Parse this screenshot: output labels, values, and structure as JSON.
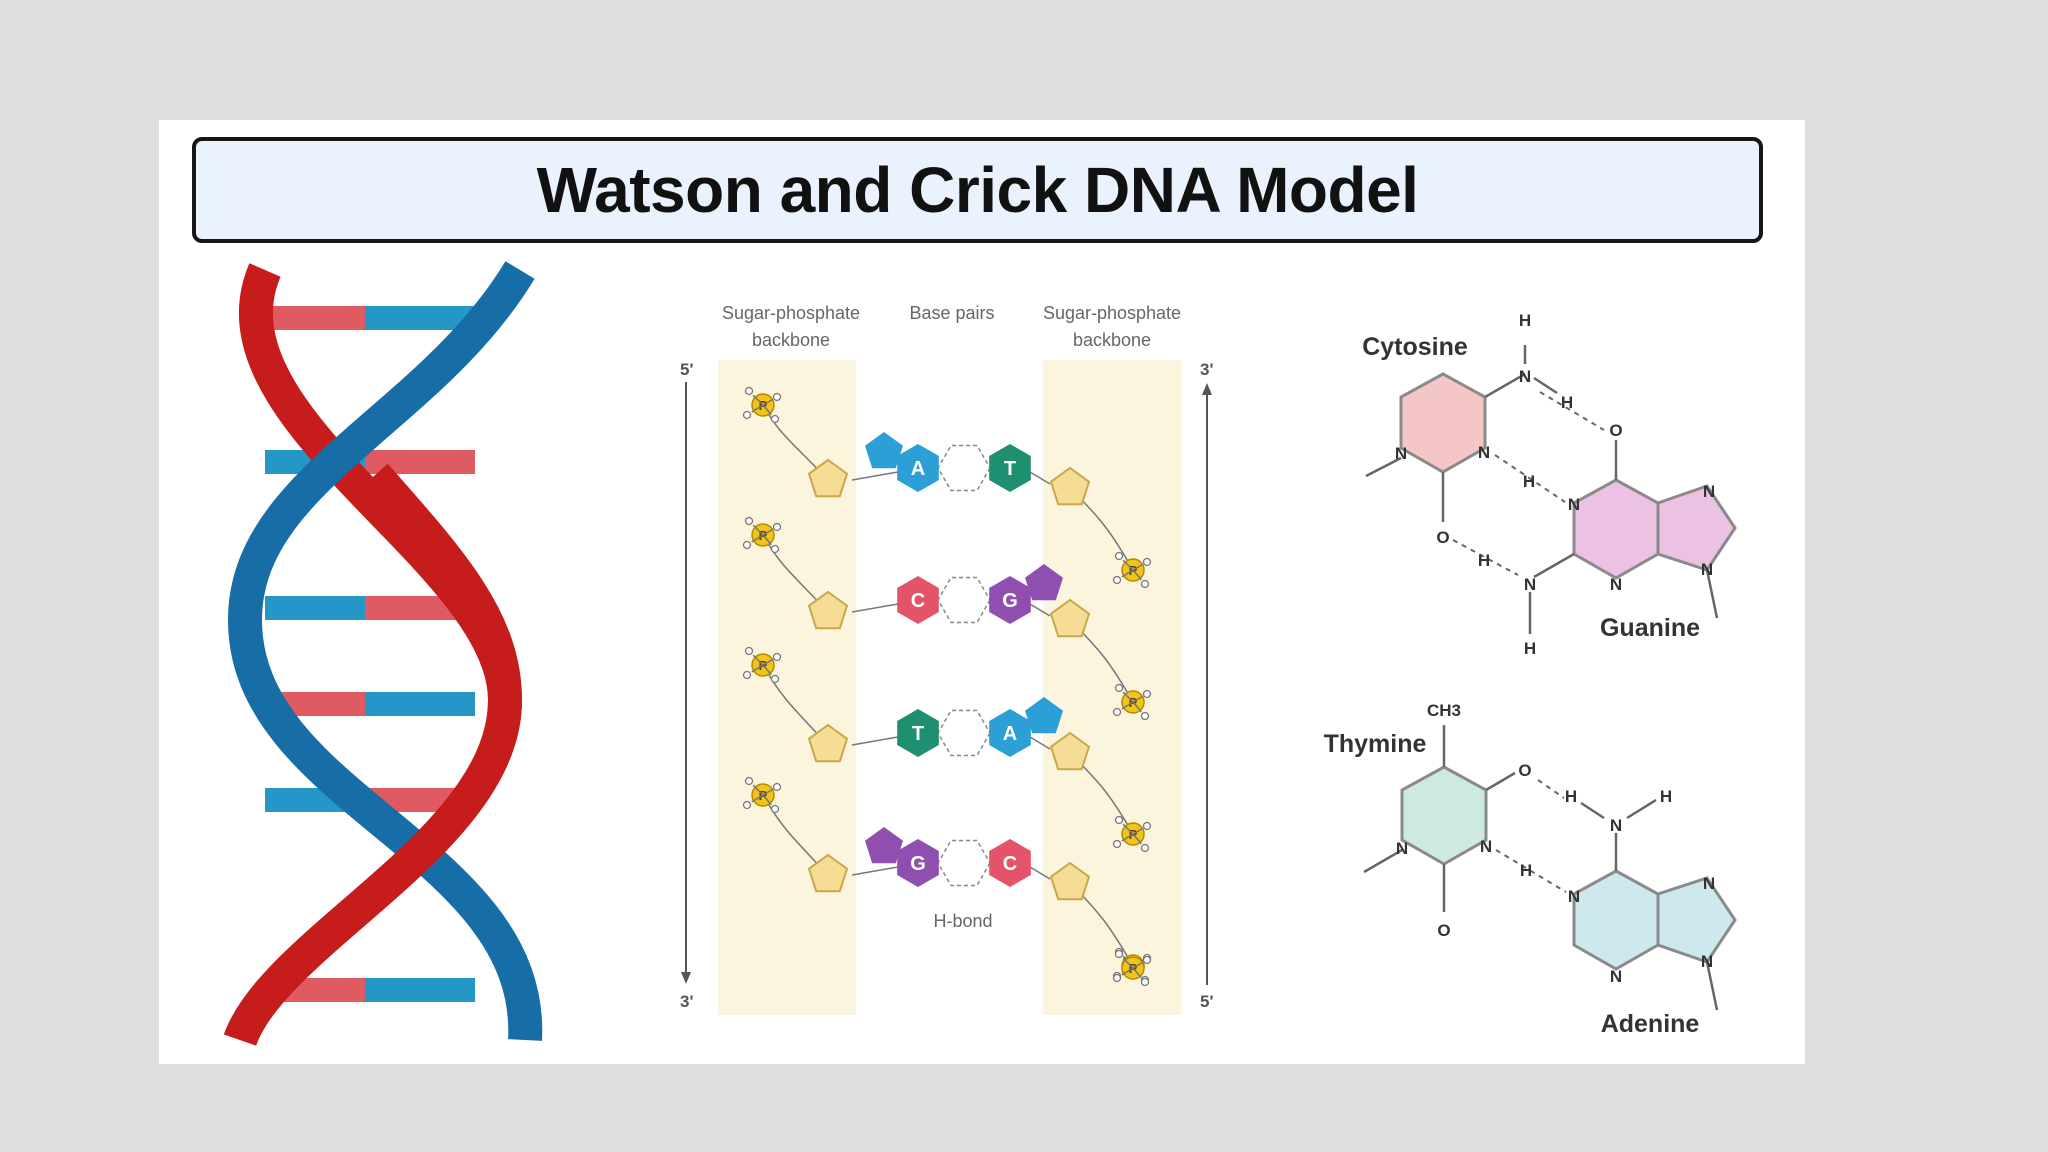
{
  "title": "Watson and Crick DNA Model",
  "labels": {
    "backbone_left_1": "Sugar-phosphate",
    "backbone_left_2": "backbone",
    "base_pairs": "Base pairs",
    "backbone_right_1": "Sugar-phosphate",
    "backbone_right_2": "backbone",
    "left_top": "5'",
    "left_bottom": "3'",
    "right_top": "3'",
    "right_bottom": "5'",
    "hbond": "H-bond"
  },
  "pairs": [
    {
      "left": "A",
      "right": "T"
    },
    {
      "left": "C",
      "right": "G"
    },
    {
      "left": "T",
      "right": "A"
    },
    {
      "left": "G",
      "right": "C"
    }
  ],
  "phosphate": "P",
  "molecules": {
    "cytosine": "Cytosine",
    "guanine": "Guanine",
    "thymine": "Thymine",
    "adenine": "Adenine",
    "methyl": "CH3"
  },
  "atoms": {
    "H": "H",
    "N": "N",
    "O": "O"
  },
  "colors": {
    "A": "#2c9fd6",
    "T": "#1f8f72",
    "C": "#e35469",
    "G": "#8e4fb0",
    "strand_red": "#c61c1c",
    "strand_blue": "#176ea6",
    "rung_red": "#e05a62",
    "rung_blue": "#2597c6",
    "sugar": "#f5dd96",
    "phosphate": "#f2c318",
    "backbone_band": "#fcf5dd",
    "cytosine_fill": "#f5c6c6",
    "guanine_fill": "#ebc2e3",
    "thymine_fill": "#cdeae0",
    "adenine_fill": "#cde8ee"
  }
}
